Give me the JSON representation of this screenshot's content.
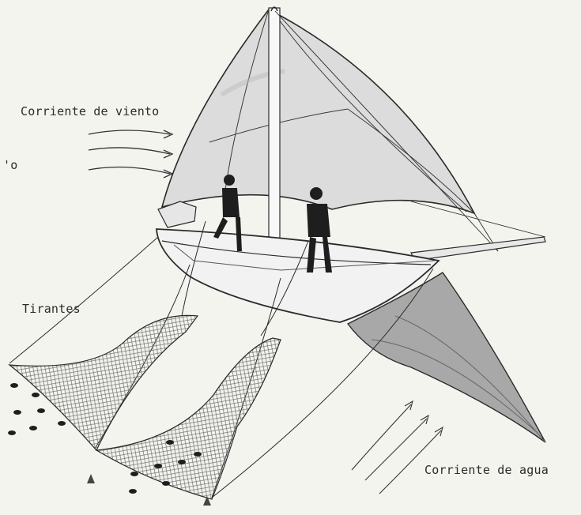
{
  "labels": {
    "wind_current": "Corriente de viento",
    "cut_left": "'o",
    "tirantes": "Tirantes",
    "water_current": "Corriente de agua"
  },
  "colors": {
    "background": "#f4f4ef",
    "sail": "#dcdcdc",
    "outline": "#2a2a2a",
    "hull": "#f2f2f2",
    "net": "#7a7a7a",
    "underwater_sail": "#a8a8a8",
    "figure": "#1e1e1e"
  }
}
